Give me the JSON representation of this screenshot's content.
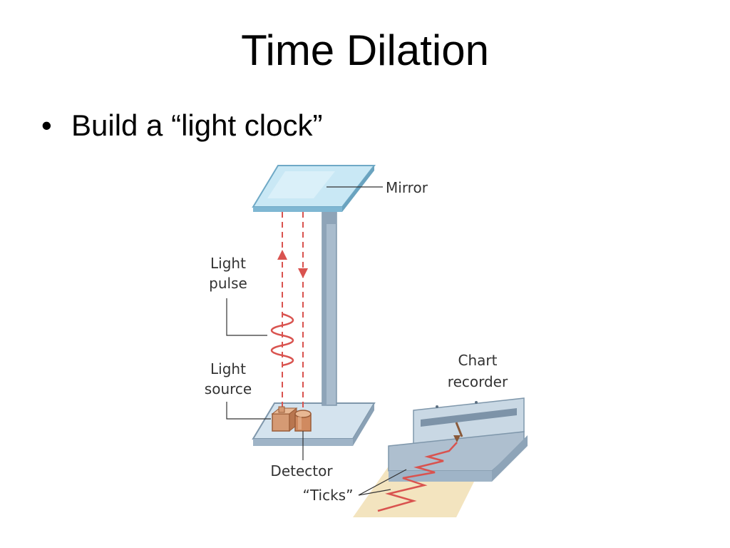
{
  "slide": {
    "title": "Time Dilation",
    "bullet_symbol": "•",
    "bullet_text": "Build a “light clock”"
  },
  "diagram": {
    "labels": {
      "mirror": "Mirror",
      "light_pulse_line1": "Light",
      "light_pulse_line2": "pulse",
      "light_source_line1": "Light",
      "light_source_line2": "source",
      "detector": "Detector",
      "chart_recorder_line1": "Chart",
      "chart_recorder_line2": "recorder",
      "ticks": "“Ticks”"
    },
    "colors": {
      "mirror_glass": "#bfe3f2",
      "frame": "#9fb4c7",
      "beam": "#d9534f",
      "device": "#c8875e",
      "paper": "#f3e4bf",
      "trace": "#d9534f"
    }
  }
}
